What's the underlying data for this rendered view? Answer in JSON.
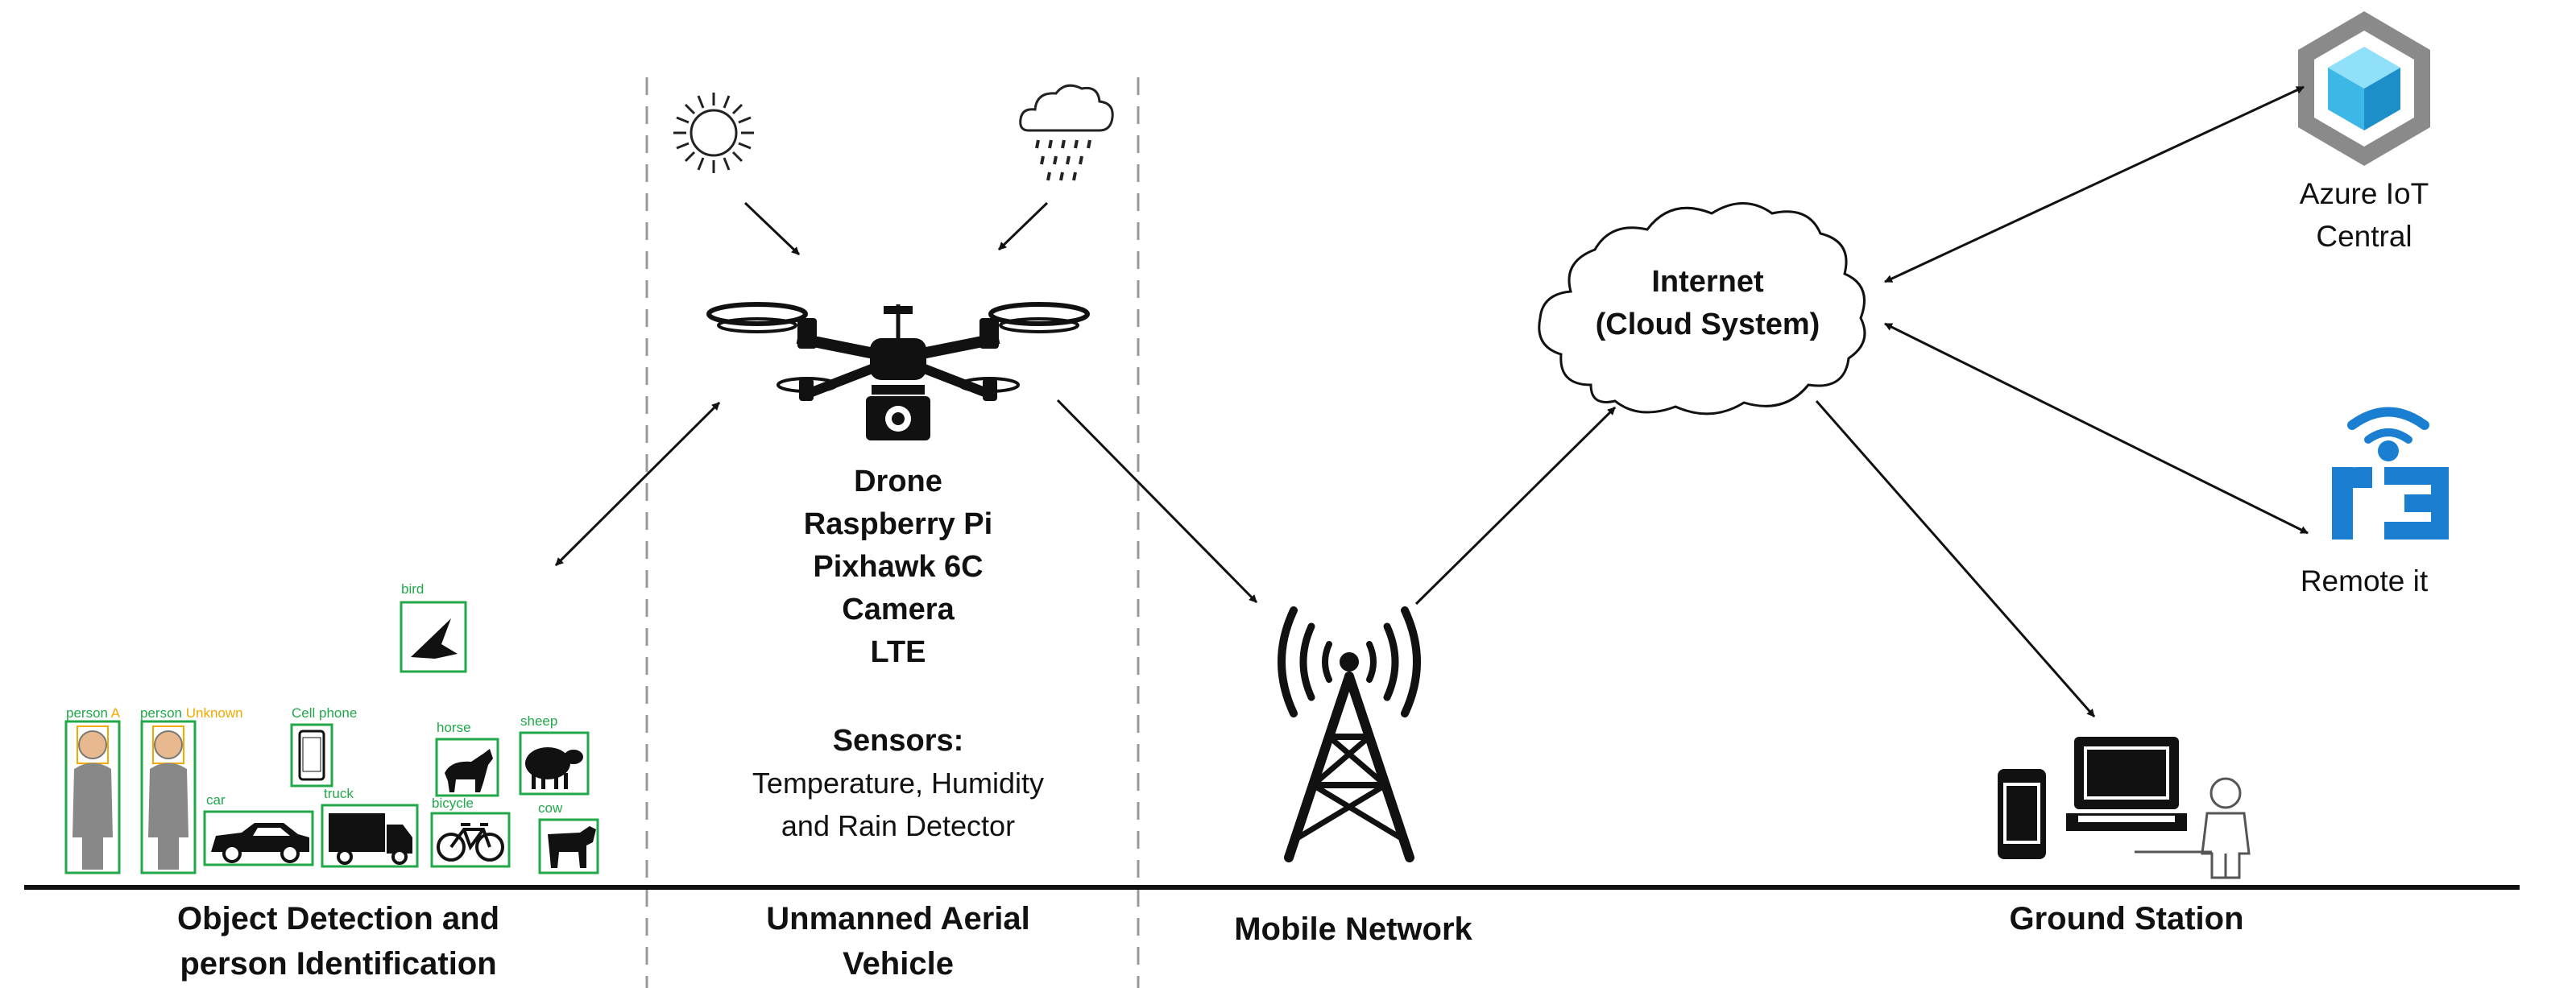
{
  "sections": {
    "object_detection": [
      "Object Detection and",
      "person Identification"
    ],
    "uav": [
      "Unmanned Aerial",
      "Vehicle"
    ],
    "mobile_network": "Mobile Network",
    "ground_station": "Ground Station"
  },
  "drone": {
    "lines": [
      "Drone",
      "Raspberry Pi",
      "Pixhawk 6C",
      "Camera",
      "LTE"
    ],
    "sensors_title": "Sensors:",
    "sensors_lines": [
      "Temperature, Humidity",
      "and Rain Detector"
    ]
  },
  "internet": [
    "Internet",
    "(Cloud System)"
  ],
  "azure": [
    "Azure IoT",
    "Central"
  ],
  "remoteit": "Remote it",
  "detections": {
    "bird": "bird",
    "person": "person",
    "person_a_suffix": "A",
    "unknown_suffix": "Unknown",
    "cell_phone": "Cell phone",
    "horse": "horse",
    "sheep": "sheep",
    "car": "car",
    "truck": "truck",
    "bicycle": "bicycle",
    "cow": "cow"
  },
  "colors": {
    "detection_box": "#21a84a",
    "unknown_label": "#f2a900",
    "azure_hex": "#8a8a8a",
    "azure_cube": "#3db8e6",
    "remoteit_blue": "#1a7fd0",
    "line": "#111111",
    "divider": "#999999"
  }
}
